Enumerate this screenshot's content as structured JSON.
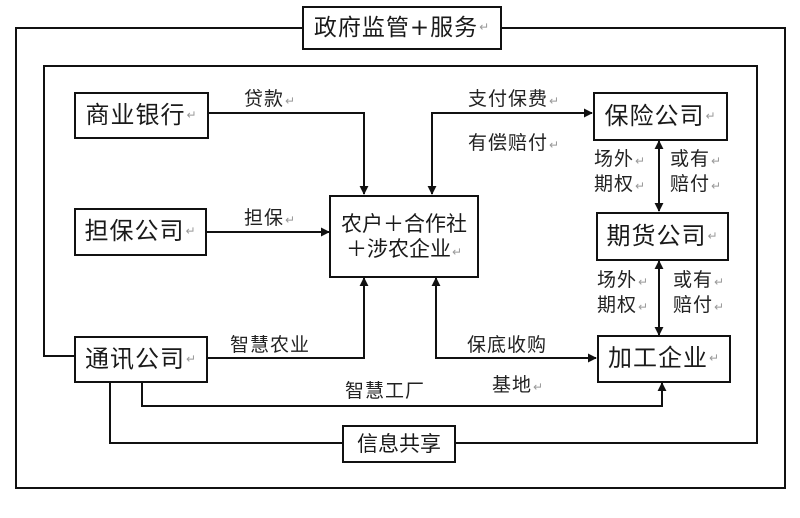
{
  "diagram": {
    "frame_title": "政府监管+服务",
    "nodes": {
      "bank": "商业银行",
      "guarantee": "担保公司",
      "telecom": "通讯公司",
      "center_line1": "农户＋合作社",
      "center_line2": "＋涉农企业",
      "insurance": "保险公司",
      "futures": "期货公司",
      "processing": "加工企业",
      "info_sharing": "信息共享"
    },
    "edges": {
      "bank_to_center": "贷款",
      "guarantee_to_center": "担保",
      "telecom_to_center": "智慧农业",
      "telecom_to_processing": "智慧工厂",
      "center_to_insurance_top": "支付保费",
      "center_to_insurance_bottom": "有偿赔付",
      "center_to_processing_top": "保底收购",
      "center_to_processing_bottom": "基地",
      "insurance_futures_left_1": "场外",
      "insurance_futures_left_2": "期权",
      "insurance_futures_right_1": "或有",
      "insurance_futures_right_2": "赔付",
      "futures_processing_left_1": "场外",
      "futures_processing_left_2": "期权",
      "futures_processing_right_1": "或有",
      "futures_processing_right_2": "赔付"
    },
    "paragraph_mark": "↵"
  }
}
